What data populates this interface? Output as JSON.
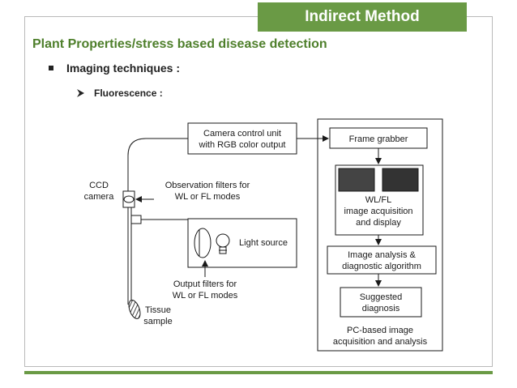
{
  "header": {
    "title": "Indirect Method",
    "subtitle": "Plant Properties/stress based disease detection"
  },
  "bullets": {
    "level1": "Imaging techniques :",
    "level2": "Fluorescence :"
  },
  "diagram": {
    "camera_control": [
      "Camera control unit",
      "with RGB color output"
    ],
    "frame_grabber": "Frame grabber",
    "wlfl_box": [
      "WL/FL",
      "image acquisition",
      "and display"
    ],
    "ccd_camera": [
      "CCD",
      "camera"
    ],
    "observation_filters": [
      "Observation filters for",
      "WL or FL modes"
    ],
    "light_source": "Light source",
    "image_analysis": [
      "Image analysis &",
      "diagnostic algorithm"
    ],
    "output_filters": [
      "Output filters for",
      "WL or FL modes"
    ],
    "suggested_diagnosis": [
      "Suggested",
      "diagnosis"
    ],
    "tissue_sample": [
      "Tissue",
      "sample"
    ],
    "pc_based": [
      "PC-based image",
      "acquisition and analysis"
    ]
  },
  "colors": {
    "accent": "#6a9a45",
    "subtitle": "#4e7f2b"
  }
}
